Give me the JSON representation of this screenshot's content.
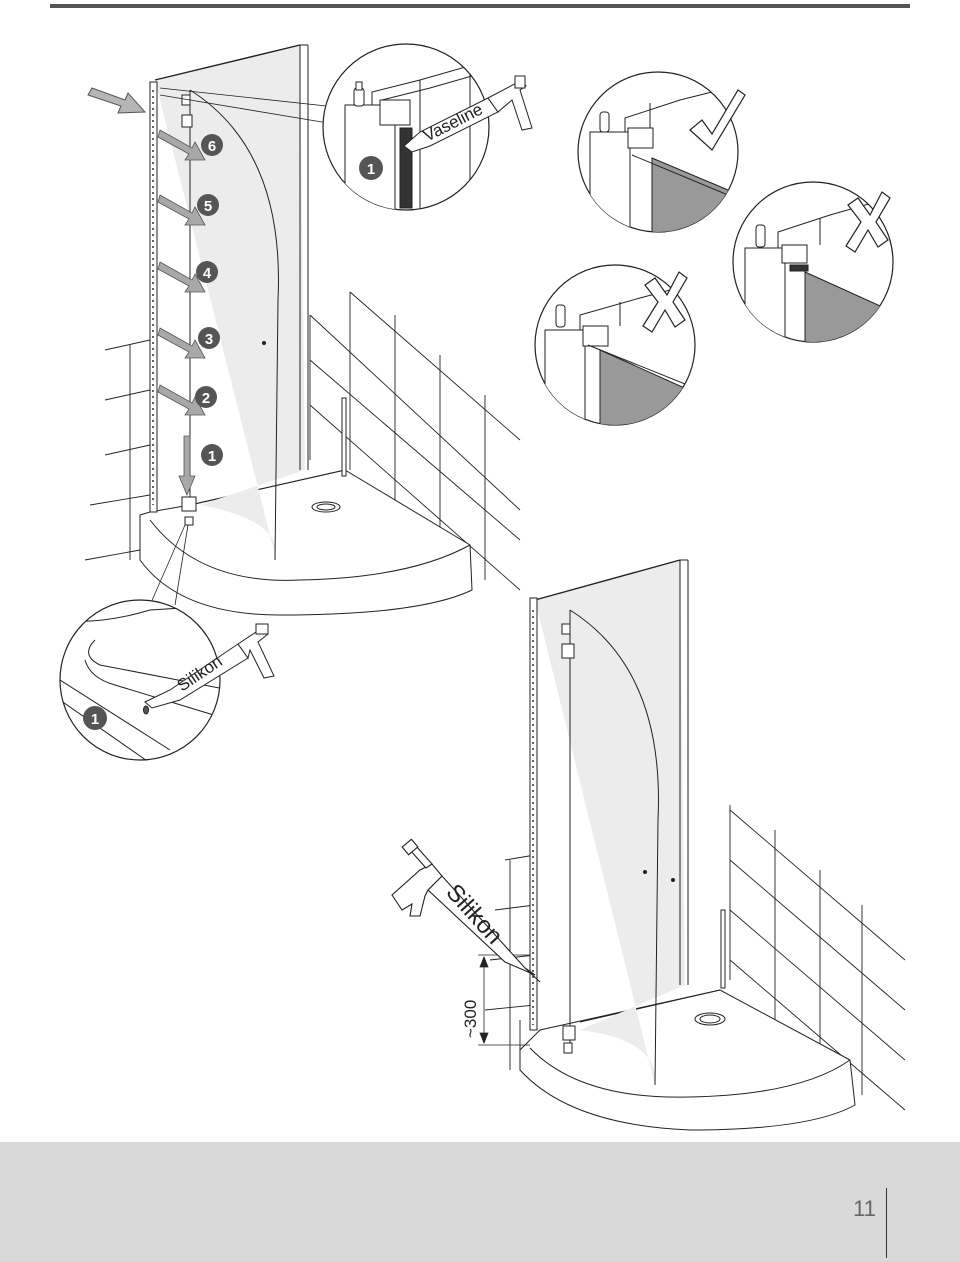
{
  "labels": {
    "vaseline": "Vaseline",
    "silikon_detail": "Silikon",
    "silikon_main": "Silikon",
    "dimension": "~300"
  },
  "steps": [
    "1",
    "2",
    "3",
    "4",
    "5",
    "6"
  ],
  "detail_step_top": "1",
  "detail_step_bottom": "1",
  "page_number": "11",
  "colors": {
    "line": "#222222",
    "glass": "#ececec",
    "badge": "#555555",
    "arrow": "#9a9a9a",
    "footer": "#d9d9d9"
  },
  "icons": [
    "check-icon",
    "cross-icon",
    "cross-icon"
  ]
}
